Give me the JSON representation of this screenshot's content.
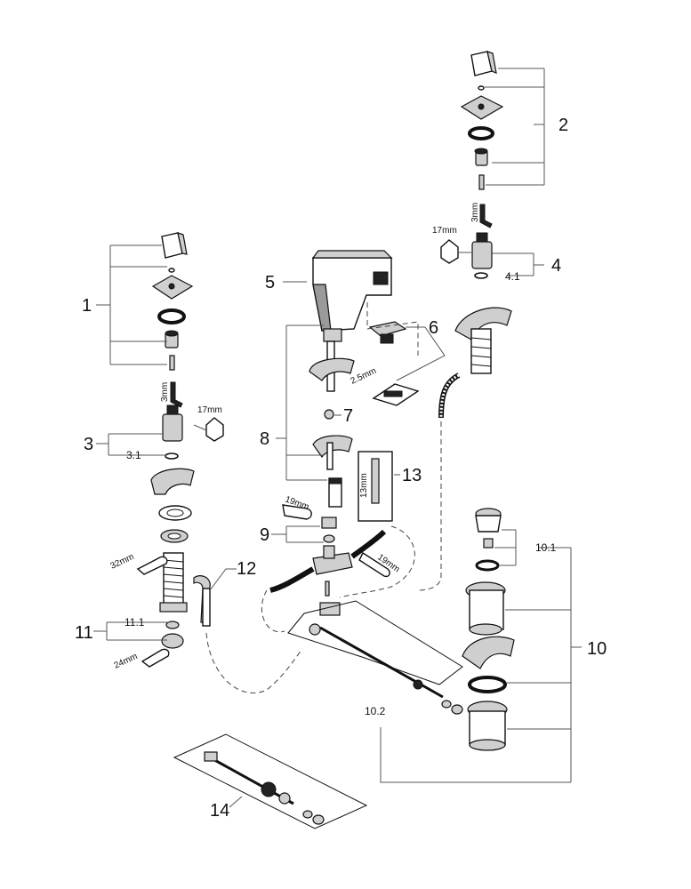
{
  "callouts": {
    "c1": "1",
    "c2": "2",
    "c3": "3",
    "c3_1": "3.1",
    "c4": "4",
    "c4_1": "4.1",
    "c5": "5",
    "c6": "6",
    "c7": "7",
    "c8": "8",
    "c9": "9",
    "c10": "10",
    "c10_1": "10.1",
    "c10_2": "10.2",
    "c11": "11",
    "c11_1": "11.1",
    "c12": "12",
    "c13": "13",
    "c14": "14"
  },
  "tool_sizes": {
    "hex_left_3mm": "3mm",
    "hex_right_3mm": "3mm",
    "wrench_left_17mm": "17mm",
    "wrench_right_17mm": "17mm",
    "key_2_5mm": "2.5mm",
    "wrench_19mm_left": "19mm",
    "wrench_19mm_right": "19mm",
    "wrench_32mm": "32mm",
    "wrench_24mm": "24mm",
    "size_13mm": "13mm"
  }
}
